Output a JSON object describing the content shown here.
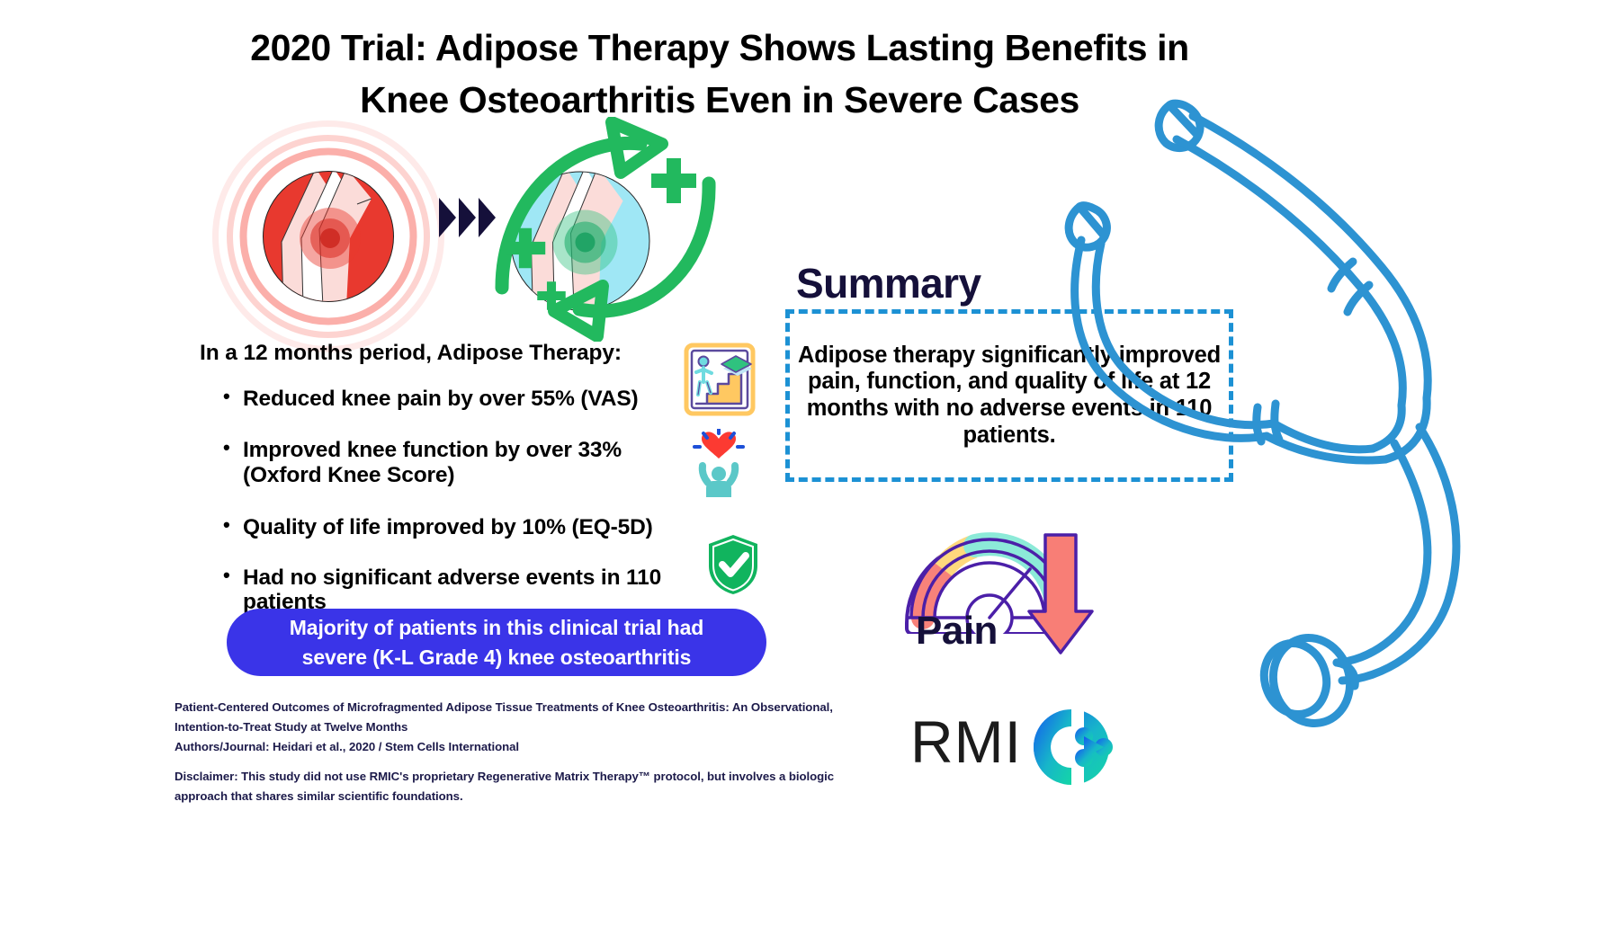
{
  "title": {
    "line1": "2020 Trial: Adipose Therapy Shows Lasting Benefits in",
    "line2": "Knee Osteoarthritis Even in Severe Cases"
  },
  "knee_comparison": {
    "before_label": "painful-knee",
    "after_label": "healthy-knee",
    "transition_icon": "chevron-right-icon"
  },
  "findings": {
    "intro": "In a 12 months period, Adipose Therapy:",
    "items": [
      {
        "text": "Reduced knee pain by over 55% (VAS)",
        "icon": "stairs-walking-icon"
      },
      {
        "text": "Improved knee function by over 33% (Oxford Knee Score)",
        "icon": "heart-person-icon"
      },
      {
        "text": "Quality of life improved by 10% (EQ-5D)",
        "icon": ""
      },
      {
        "text": "Had no significant adverse events in 110 patients",
        "icon": "shield-check-icon"
      }
    ]
  },
  "severity_banner": {
    "line1": "Majority of patients in this clinical trial had",
    "line2": "severe (K-L Grade 4) knee osteoarthritis",
    "background_color": "#3a34e8",
    "text_color": "#ffffff"
  },
  "summary": {
    "heading": "Summary",
    "body": "Adipose therapy significantly improved pain, function, and quality of life at 12 months with no adverse events in 110 patients.",
    "border_color": "#1c91d4"
  },
  "pain_indicator": {
    "label": "Pain",
    "gauge_icon": "gauge-meter-icon",
    "arrow_icon": "arrow-down-icon",
    "arrow_color": "#f87e76",
    "gauge_segments": [
      "#f8827a",
      "#ffd97d",
      "#8cead8"
    ]
  },
  "citation": {
    "line1": "Patient-Centered Outcomes of Microfragmented Adipose Tissue Treatments of Knee Osteoarthritis: An Observational,",
    "line2": "Intention-to-Treat Study at Twelve Months",
    "line3": "Authors/Journal: Heidari et al., 2020 / Stem Cells International"
  },
  "disclaimer": {
    "line1": "Disclaimer: This study did not use RMIC's proprietary Regenerative Matrix Therapy™ protocol, but involves a biologic",
    "line2": "approach that shares similar scientific foundations."
  },
  "brand": {
    "name": "RMIC",
    "wordmark": "RMI",
    "mark_icon": "rmic-molecule-icon"
  },
  "decor": {
    "stethoscope_icon": "stethoscope-icon",
    "stethoscope_color": "#2d93d2",
    "recovery_arrows_icon": "circular-arrows-icon",
    "plus_icon": "plus-icon"
  }
}
